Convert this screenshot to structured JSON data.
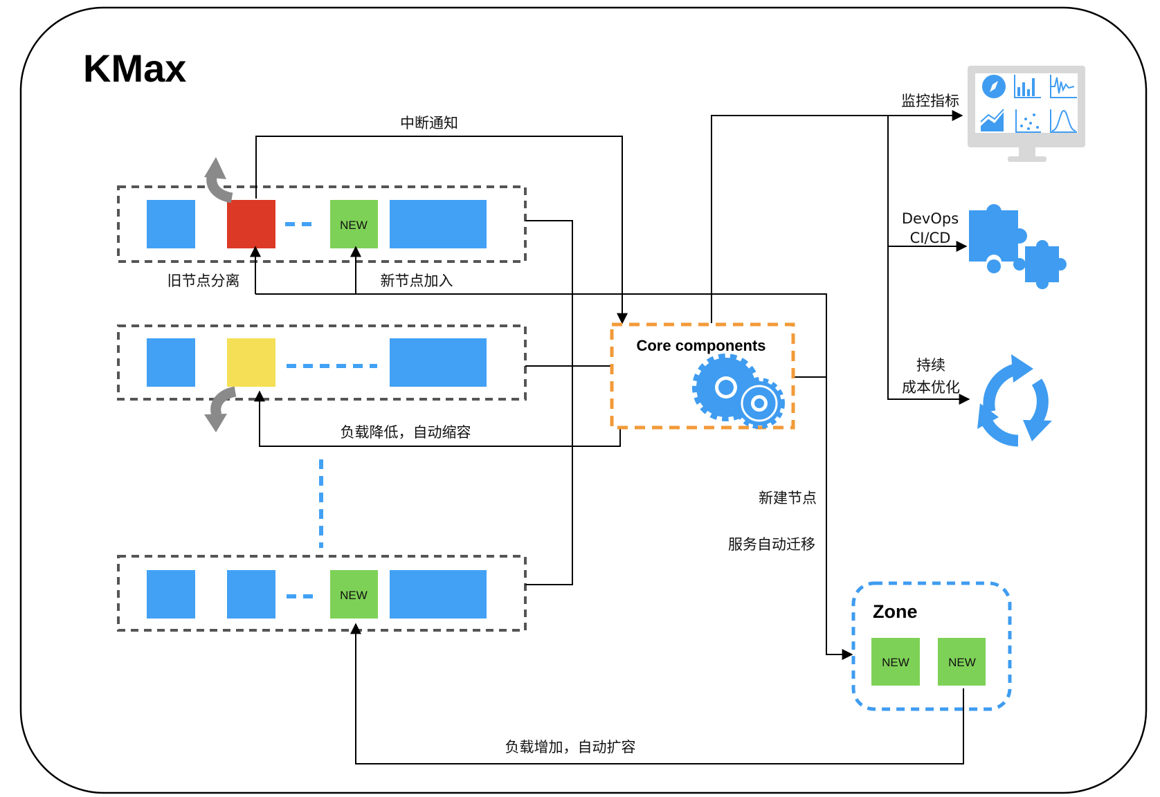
{
  "title": "KMax",
  "labels": {
    "interrupt_notice": "中断通知",
    "old_node_detach": "旧节点分离",
    "new_node_join": "新节点加入",
    "load_down_scale_in": "负载降低，自动缩容",
    "load_up_scale_out": "负载增加，自动扩容",
    "new_node": "新建节点",
    "service_migration": "服务自动迁移",
    "monitoring": "监控指标",
    "devops_line1": "DevOps",
    "devops_line2": "CI/CD",
    "cost_line1": "持续",
    "cost_line2": "成本优化"
  },
  "core": {
    "title": "Core components"
  },
  "zone": {
    "title": "Zone"
  },
  "new_badge": "NEW",
  "colors": {
    "blue_block": "#42a1f5",
    "red_block": "#dc3a26",
    "yellow_block": "#f5df56",
    "green_block": "#7ed157",
    "orange_dash": "#f29a38",
    "gray_dash": "#555555",
    "zone_dash": "#3f9cf0",
    "icon_gray": "#d8d8d8"
  },
  "icons": {
    "detach_arrow": "curved-up-arrow-icon",
    "shrink_arrow": "curved-down-arrow-icon",
    "gears": "gears-icon",
    "monitor": "dashboard-monitor-icon",
    "puzzle": "puzzle-pieces-icon",
    "cycle": "refresh-cycle-icon"
  }
}
